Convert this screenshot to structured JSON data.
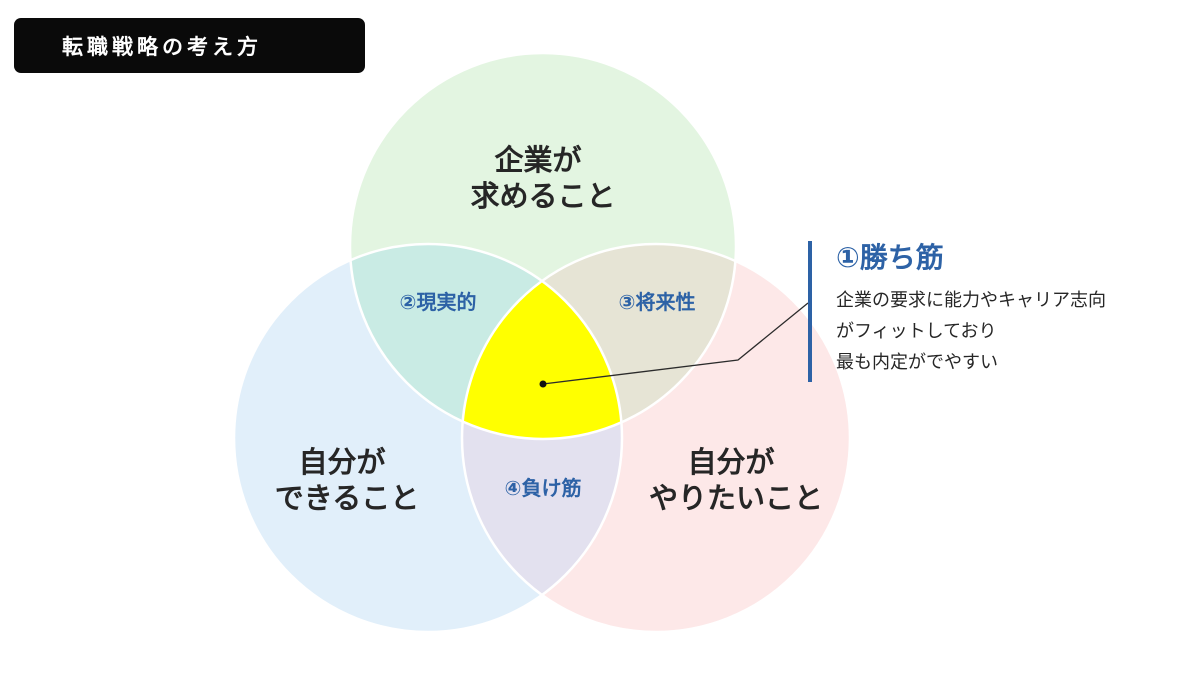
{
  "title": "転職戦略の考え方",
  "circles": {
    "top": {
      "lines": [
        "企業が",
        "求めること"
      ],
      "color": "#e3f5e1"
    },
    "left": {
      "lines": [
        "自分が",
        "できること"
      ],
      "color": "#e1effa"
    },
    "right": {
      "lines": [
        "自分が",
        "やりたいこと"
      ],
      "color": "#fde8e8"
    }
  },
  "overlaps": {
    "top_left": {
      "label": "②現実的",
      "color": "#c9ebe4"
    },
    "top_right": {
      "label": "③将来性",
      "color": "#e6e4d5"
    },
    "left_right": {
      "label": "④負け筋",
      "color": "#e3e1ef"
    },
    "center": {
      "color": "#ffff00"
    }
  },
  "callout": {
    "title": "①勝ち筋",
    "body": [
      "企業の要求に能力やキャリア志向",
      "がフィットしており",
      "最も内定がでやすい"
    ],
    "accent": "#2d62a6"
  }
}
